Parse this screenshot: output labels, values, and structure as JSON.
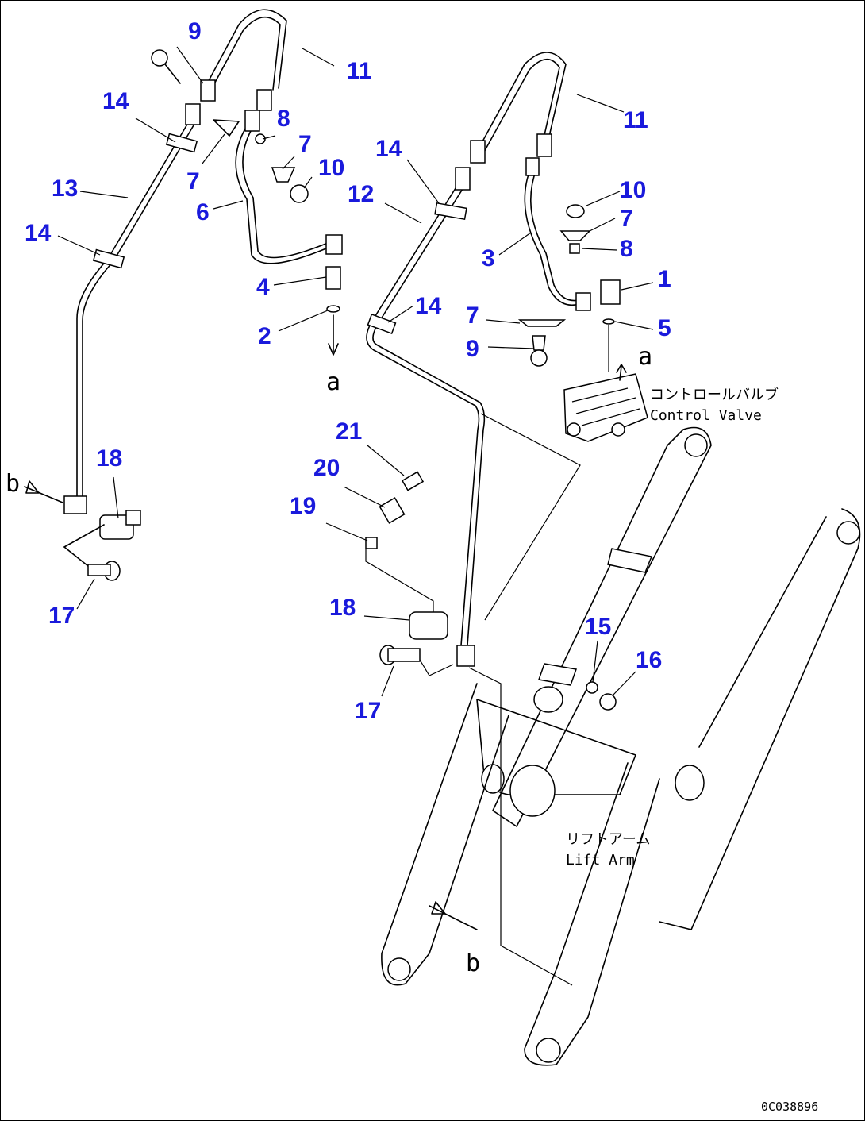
{
  "colors": {
    "callout": "#1a1adc",
    "line": "#000000",
    "background": "#ffffff"
  },
  "callouts": [
    {
      "label": "9"
    },
    {
      "label": "11"
    },
    {
      "label": "14"
    },
    {
      "label": "8"
    },
    {
      "label": "7"
    },
    {
      "label": "10"
    },
    {
      "label": "13"
    },
    {
      "label": "7"
    },
    {
      "label": "6"
    },
    {
      "label": "14"
    },
    {
      "label": "4"
    },
    {
      "label": "2"
    },
    {
      "label": "11"
    },
    {
      "label": "14"
    },
    {
      "label": "12"
    },
    {
      "label": "10"
    },
    {
      "label": "7"
    },
    {
      "label": "8"
    },
    {
      "label": "3"
    },
    {
      "label": "1"
    },
    {
      "label": "14"
    },
    {
      "label": "7"
    },
    {
      "label": "5"
    },
    {
      "label": "9"
    },
    {
      "label": "21"
    },
    {
      "label": "20"
    },
    {
      "label": "19"
    },
    {
      "label": "18"
    },
    {
      "label": "17"
    },
    {
      "label": "18"
    },
    {
      "label": "15"
    },
    {
      "label": "16"
    },
    {
      "label": "17"
    }
  ],
  "refs": {
    "a1": "a",
    "a2": "a",
    "b1": "b",
    "b2": "b"
  },
  "labels": {
    "control_valve_jp": "コントロールバルブ",
    "control_valve_en": "Control Valve",
    "lift_arm_jp": "リフトアーム",
    "lift_arm_en": "Lift Arm"
  },
  "drawing_code": "0C038896"
}
